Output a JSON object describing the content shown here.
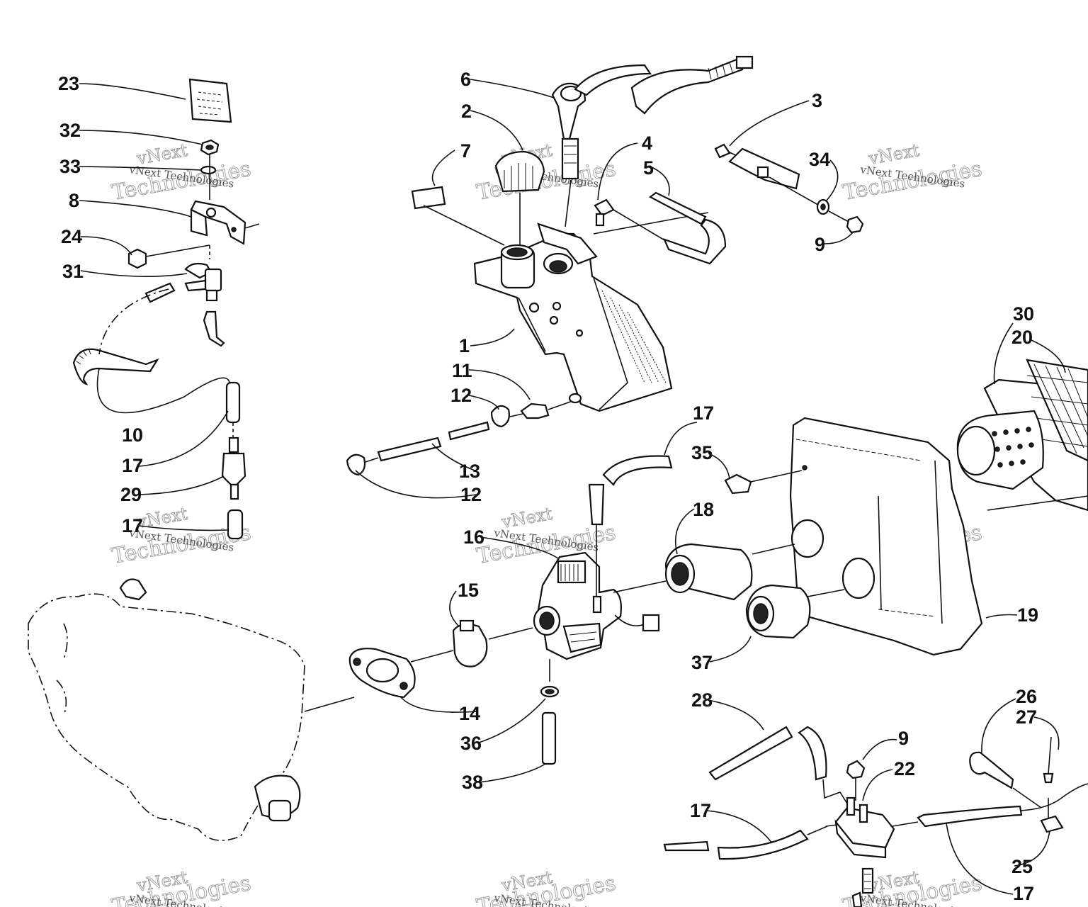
{
  "watermark": {
    "brand": "vNext",
    "name": "Technologies",
    "full": "vNext Technologies"
  },
  "callouts": [
    {
      "id": "c23",
      "label": "23"
    },
    {
      "id": "c32",
      "label": "32"
    },
    {
      "id": "c33",
      "label": "33"
    },
    {
      "id": "c8",
      "label": "8"
    },
    {
      "id": "c24",
      "label": "24"
    },
    {
      "id": "c31",
      "label": "31"
    },
    {
      "id": "c10",
      "label": "10"
    },
    {
      "id": "c17a",
      "label": "17"
    },
    {
      "id": "c29",
      "label": "29"
    },
    {
      "id": "c17b",
      "label": "17"
    },
    {
      "id": "c6",
      "label": "6"
    },
    {
      "id": "c2",
      "label": "2"
    },
    {
      "id": "c7",
      "label": "7"
    },
    {
      "id": "c4",
      "label": "4"
    },
    {
      "id": "c5",
      "label": "5"
    },
    {
      "id": "c3",
      "label": "3"
    },
    {
      "id": "c34",
      "label": "34"
    },
    {
      "id": "c9a",
      "label": "9"
    },
    {
      "id": "c1",
      "label": "1"
    },
    {
      "id": "c11",
      "label": "11"
    },
    {
      "id": "c12a",
      "label": "12"
    },
    {
      "id": "c13",
      "label": "13"
    },
    {
      "id": "c12b",
      "label": "12"
    },
    {
      "id": "c30",
      "label": "30"
    },
    {
      "id": "c20",
      "label": "20"
    },
    {
      "id": "c17c",
      "label": "17"
    },
    {
      "id": "c35",
      "label": "35"
    },
    {
      "id": "c18",
      "label": "18"
    },
    {
      "id": "c16",
      "label": "16"
    },
    {
      "id": "c15",
      "label": "15"
    },
    {
      "id": "c19",
      "label": "19"
    },
    {
      "id": "c37",
      "label": "37"
    },
    {
      "id": "c14",
      "label": "14"
    },
    {
      "id": "c36",
      "label": "36"
    },
    {
      "id": "c38",
      "label": "38"
    },
    {
      "id": "c28",
      "label": "28"
    },
    {
      "id": "c9b",
      "label": "9"
    },
    {
      "id": "c22",
      "label": "22"
    },
    {
      "id": "c26",
      "label": "26"
    },
    {
      "id": "c27",
      "label": "27"
    },
    {
      "id": "c17d",
      "label": "17"
    },
    {
      "id": "c25",
      "label": "25"
    },
    {
      "id": "c17e",
      "label": "17"
    }
  ]
}
